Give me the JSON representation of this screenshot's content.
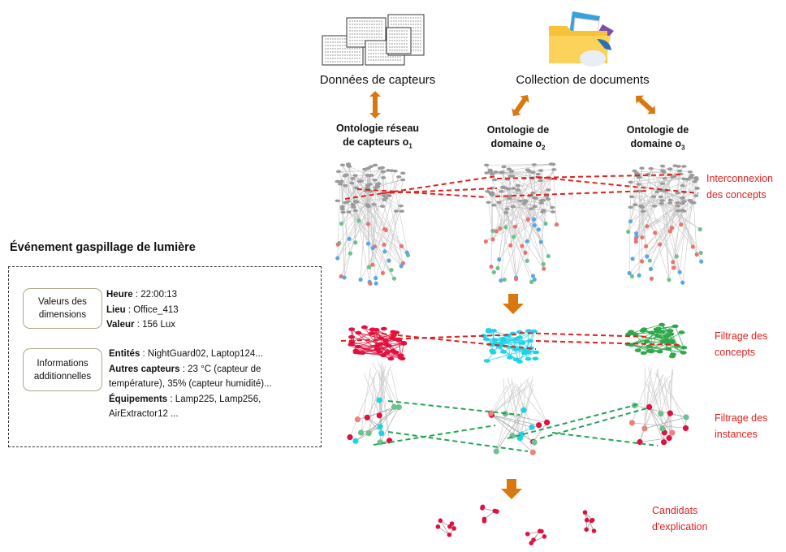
{
  "sources": {
    "sensor_data": "Données de capteurs",
    "documents": "Collection de documents"
  },
  "ontologies": [
    {
      "line1": "Ontologie réseau",
      "line2": "de capteurs o",
      "sub": "1"
    },
    {
      "line1": "Ontologie de",
      "line2": "domaine o",
      "sub": "2"
    },
    {
      "line1": "Ontologie de",
      "line2": "domaine o",
      "sub": "3"
    }
  ],
  "stages": {
    "interconnection": {
      "line1": "Interconnexion",
      "line2": "des concepts"
    },
    "concept_filtering": {
      "line1": "Filtrage des",
      "line2": "concepts"
    },
    "instance_filtering": {
      "line1": "Filtrage des",
      "line2": "instances"
    },
    "candidates": {
      "line1": "Candidats",
      "line2": "d'explication"
    }
  },
  "event": {
    "title": "Événement gaspillage de lumière",
    "dimensions_label": "Valeurs des dimensions",
    "dimensions": {
      "time_label": "Heure",
      "time_value": " : 22:00:13",
      "place_label": "Lieu",
      "place_value": " :  Office_413",
      "value_label": "Valeur",
      "value_value": " : 156 Lux"
    },
    "additional_label": "Informations additionnelles",
    "additional": {
      "entities_label": "Entités",
      "entities_value": "  : NightGuard02, Laptop124...",
      "sensors_label": "Autres capteurs",
      "sensors_value": " : 23 °C (capteur de",
      "sensors_value2": "température), 35% (capteur humidité)...",
      "equipment_label": "Équipements",
      "equipment_value": " : Lamp225, Lamp256,",
      "equipment_value2": "AirExtractor12 ..."
    }
  },
  "colors": {
    "arrow": "#d9780f",
    "stage_text": "#e0201f",
    "concept_link": "#e0201f",
    "instance_link": "#22a552",
    "graph1": "#e0103f",
    "graph2": "#1fd2e6",
    "graph3": "#2ea84a"
  }
}
